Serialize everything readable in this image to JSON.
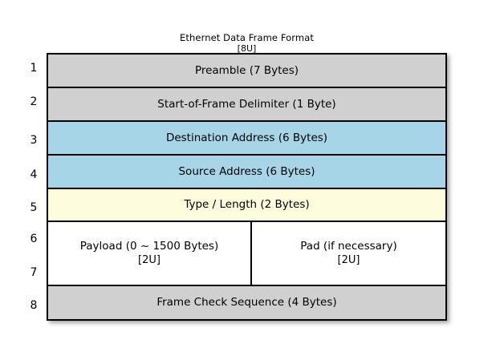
{
  "diagram": {
    "title": "Ethernet Data Frame Format",
    "subtitle": "[8U]",
    "background_color": "#ffffff",
    "border_color": "#000000",
    "colors": {
      "gray": "#d0d0d0",
      "blue": "#a6d5e8",
      "yellow": "#fdfcdd",
      "white": "#ffffff"
    },
    "row_numbers": [
      "1",
      "2",
      "3",
      "4",
      "5",
      "6",
      "7",
      "8"
    ],
    "rows": [
      {
        "number": "1",
        "label": "Preamble (7 Bytes)",
        "color": "#d0d0d0"
      },
      {
        "number": "2",
        "label": "Start-of-Frame Delimiter (1 Byte)",
        "color": "#d0d0d0"
      },
      {
        "number": "3",
        "label": "Destination Address (6 Bytes)",
        "color": "#a6d5e8"
      },
      {
        "number": "4",
        "label": "Source Address (6 Bytes)",
        "color": "#a6d5e8"
      },
      {
        "number": "5",
        "label": "Type / Length (2 Bytes)",
        "color": "#fdfcdd"
      },
      {
        "number": "6-7",
        "split": true,
        "color": "#ffffff",
        "left": {
          "label": "Payload (0 ~ 1500 Bytes)",
          "sublabel": "[2U]"
        },
        "right": {
          "label": "Pad (if necessary)",
          "sublabel": "[2U]"
        }
      },
      {
        "number": "8",
        "label": "Frame Check Sequence (4 Bytes)",
        "color": "#d0d0d0"
      }
    ]
  }
}
